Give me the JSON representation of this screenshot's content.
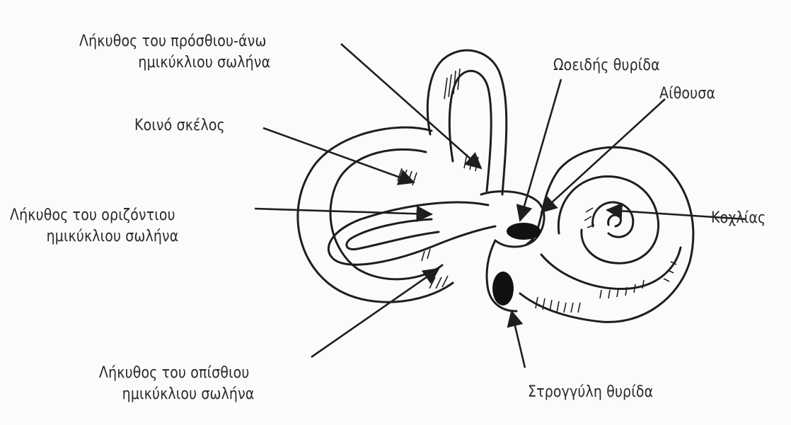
{
  "labels": {
    "anterior_ampulla": {
      "line1": "Λήκυθος του πρόσθιου-άνω",
      "line2": "ημικύκλιου σωλήνα"
    },
    "common_crus": "Κοινό σκέλος",
    "horizontal_ampulla": {
      "line1": "Λήκυθος του οριζόντιου",
      "line2": "ημικύκλιου σωλήνα"
    },
    "posterior_ampulla": {
      "line1": "Λήκυθος του οπίσθιου",
      "line2": "ημικύκλιου σωλήνα"
    },
    "oval_window": "Ωοειδής θυρίδα",
    "vestibule": "Αίθουσα",
    "cochlea": "Κοχλίας",
    "round_window": "Στρογγύλη θυρίδα"
  },
  "colors": {
    "ink": "#1e1e1e",
    "paper": "#fbfbfb"
  }
}
